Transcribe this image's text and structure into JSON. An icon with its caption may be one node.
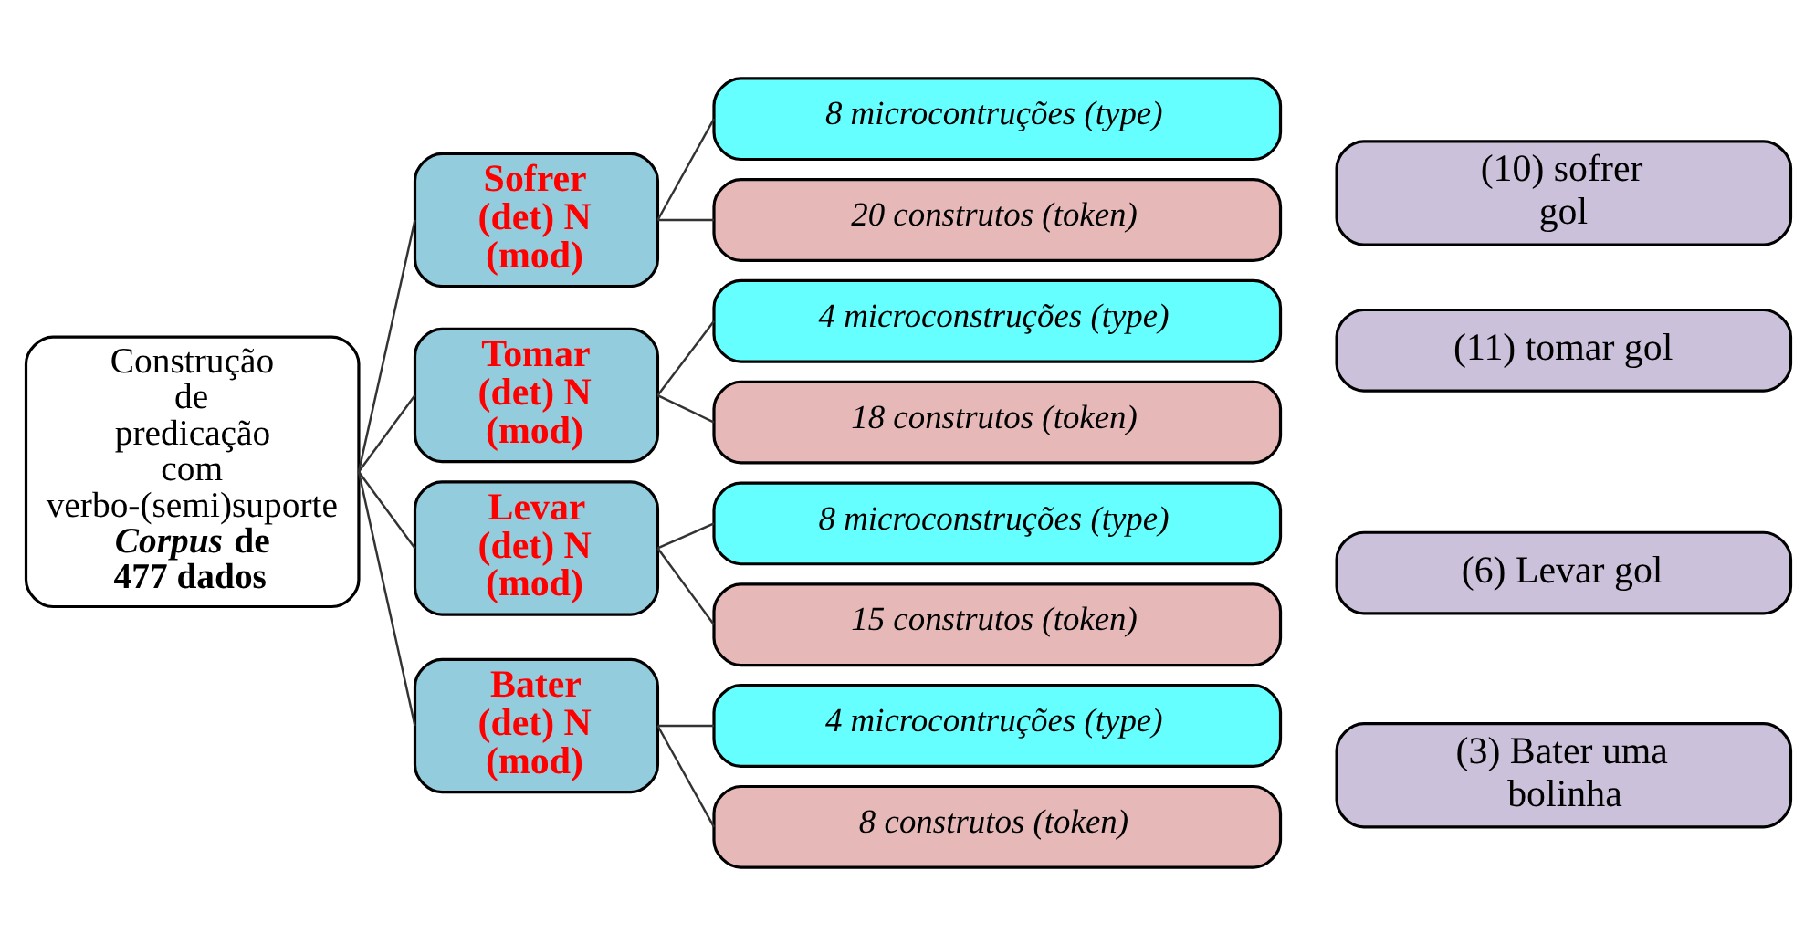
{
  "diagram": {
    "nodes": [
      {
        "text": [
          "Construção de predicação com verbo-(semi)suporte",
          "*Corpus* de 477 dados"
        ]
      },
      {
        "text": [
          "Sofrer (det) N (mod)"
        ]
      },
      {
        "text": [
          "8 microcontruções (type)"
        ]
      },
      {
        "text": [
          "20 construtos (token)"
        ]
      },
      {
        "text": [
          "(10) sofrer gol"
        ]
      },
      {
        "text": [
          "Tomar (det) N (mod)"
        ]
      },
      {
        "text": [
          "4 microconstruções (type)"
        ]
      },
      {
        "text": [
          "18 construtos (token)"
        ]
      },
      {
        "text": [
          "(11) tomar gol"
        ]
      },
      {
        "text": [
          "Levar (det) N (mod)"
        ]
      },
      {
        "text": [
          "8 microconstruções (type)"
        ]
      },
      {
        "text": [
          "15 construtos (token)"
        ]
      },
      {
        "text": [
          "(6) Levar gol"
        ]
      },
      {
        "text": [
          "Bater (det) N (mod)"
        ]
      },
      {
        "text": [
          "4 microcontruções (type)"
        ]
      },
      {
        "text": [
          "8 construtos (token)"
        ]
      },
      {
        "text": [
          "(3) Bater uma bolinha"
        ]
      }
    ],
    "edges": [
      {
        "from": 0,
        "to": 1,
        "arrow": "none"
      },
      {
        "from": 0,
        "to": 5,
        "arrow": "none"
      },
      {
        "from": 0,
        "to": 9,
        "arrow": "none"
      },
      {
        "from": 0,
        "to": 13,
        "arrow": "none"
      },
      {
        "from": 1,
        "to": 2,
        "arrow": "none"
      },
      {
        "from": 1,
        "to": 3,
        "arrow": "none"
      },
      {
        "from": 5,
        "to": 6,
        "arrow": "none"
      },
      {
        "from": 5,
        "to": 7,
        "arrow": "none"
      },
      {
        "from": 9,
        "to": 10,
        "arrow": "none"
      },
      {
        "from": 9,
        "to": 11,
        "arrow": "none"
      },
      {
        "from": 13,
        "to": 14,
        "arrow": "none"
      },
      {
        "from": 13,
        "to": 15,
        "arrow": "none"
      }
    ]
  }
}
